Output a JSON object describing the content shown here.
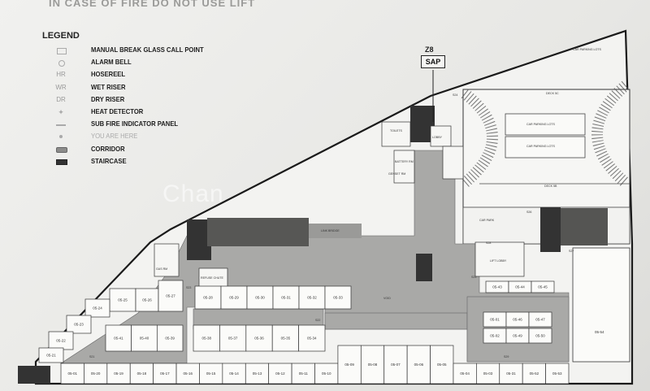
{
  "warning": "IN CASE OF FIRE DO NOT USE LIFT",
  "legend": {
    "title": "LEGEND",
    "items": [
      {
        "code": "",
        "label": "MANUAL BREAK GLASS CALL POINT",
        "icon": "break-glass-icon"
      },
      {
        "code": "",
        "label": "ALARM BELL",
        "icon": "alarm-bell-icon"
      },
      {
        "code": "HR",
        "label": "HOSEREEL",
        "icon": "hosereel-icon"
      },
      {
        "code": "WR",
        "label": "WET RISER",
        "icon": "wet-riser-icon"
      },
      {
        "code": "DR",
        "label": "DRY RISER",
        "icon": "dry-riser-icon"
      },
      {
        "code": "",
        "label": "HEAT DETECTOR",
        "icon": "heat-detector-icon"
      },
      {
        "code": "",
        "label": "SUB FIRE INDICATOR PANEL",
        "icon": "fire-panel-icon"
      },
      {
        "code": "",
        "label": "YOU ARE HERE",
        "icon": "you-are-here-icon"
      },
      {
        "code": "",
        "label": "CORRIDOR",
        "icon": "corridor-icon"
      },
      {
        "code": "",
        "label": "STAIRCASE",
        "icon": "staircase-icon"
      }
    ]
  },
  "sap": {
    "code": "Z8",
    "label": "SAP"
  },
  "watermark": "Chan",
  "rooms": {
    "deck_top": "DECK 5C",
    "deck_bottom": "DECK 5B",
    "car_parking_1": "CAR PARKING LOTS",
    "car_parking_2": "CAR PARKING LOTS",
    "top_right": "CAR PARKING LOTS",
    "lift_lobby": "LIFT LOBBY",
    "lobby": "LOBBY",
    "battery_rm": "BATTERY RM",
    "genset_rm": "GENSET RM",
    "toilets": "TOILETS",
    "void": "VOID",
    "car_park_left": "CAR PARK",
    "link_bridge": "LINK BRIDGE",
    "gas_rm": "GAS RM",
    "refuse_chute": "REFUSE CHUTE"
  },
  "codes": {
    "s23": "S23",
    "s24": "S24",
    "s25": "S25",
    "s26": "S26",
    "s27": "S27",
    "s28": "S28",
    "s29": "S29",
    "s21": "S21",
    "s22": "S22",
    "right_unit": "05-54"
  },
  "units_bottom": [
    "05-01",
    "05-20",
    "05-19",
    "05-18",
    "05-17",
    "05-16",
    "05-15",
    "05-14",
    "05-13",
    "05-12",
    "05-11",
    "05-10",
    "05-09",
    "05-08",
    "05-07",
    "05-06",
    "05-05",
    "05-04",
    "05-03",
    "05-31",
    "05-52",
    "05-53"
  ],
  "units_middle": [
    "05-41",
    "05-40",
    "05-39",
    "05-38",
    "05-37",
    "05-36",
    "05-35",
    "05-34"
  ],
  "units_upper": [
    "05-28",
    "05-29",
    "05-30",
    "05-31",
    "05-32",
    "05-33"
  ],
  "units_left": [
    "05-25",
    "05-26",
    "05-27",
    "05-24",
    "05-23",
    "05-22",
    "05-21"
  ],
  "units_cluster": [
    "05-01",
    "05-46",
    "05-47",
    "05-02",
    "05-49",
    "05-50",
    "05-43",
    "05-44",
    "05-45"
  ]
}
